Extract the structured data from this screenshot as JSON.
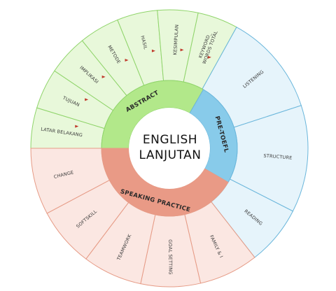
{
  "center": {
    "line1": "ENGLISH",
    "line2": "LANJUTAN"
  },
  "colors": {
    "abstract": {
      "inner": "#b2e88a",
      "outer": "#e8f8da",
      "stroke": "#8fd46a",
      "flag": "#c0392b"
    },
    "pretoefl": {
      "inner": "#88cbea",
      "outer": "#e6f4fb",
      "stroke": "#6ab6db"
    },
    "speaking": {
      "inner": "#e99a86",
      "outer": "#fbe7e2",
      "stroke": "#e69b86"
    }
  },
  "categories": [
    {
      "key": "abstract",
      "label": "ABSTRACT",
      "items": [
        "LATAR BELAKANG",
        "TUJUAN",
        "IMPLIKASI",
        "METODE",
        "HASIL",
        "KESIMPULAN",
        "KEYWORD_ WORDS TOTAL"
      ]
    },
    {
      "key": "pretoefl",
      "label": "PRE-TOEFL",
      "items": [
        "LISTENING",
        "STRUCTURE",
        "READING"
      ]
    },
    {
      "key": "speaking",
      "label": "SPEAKING PRACTICE",
      "items": [
        "FAMILY & I",
        "GOAL SETTING",
        "TEAMWORK",
        "SOFTSKILL",
        "CHANGE"
      ]
    }
  ]
}
